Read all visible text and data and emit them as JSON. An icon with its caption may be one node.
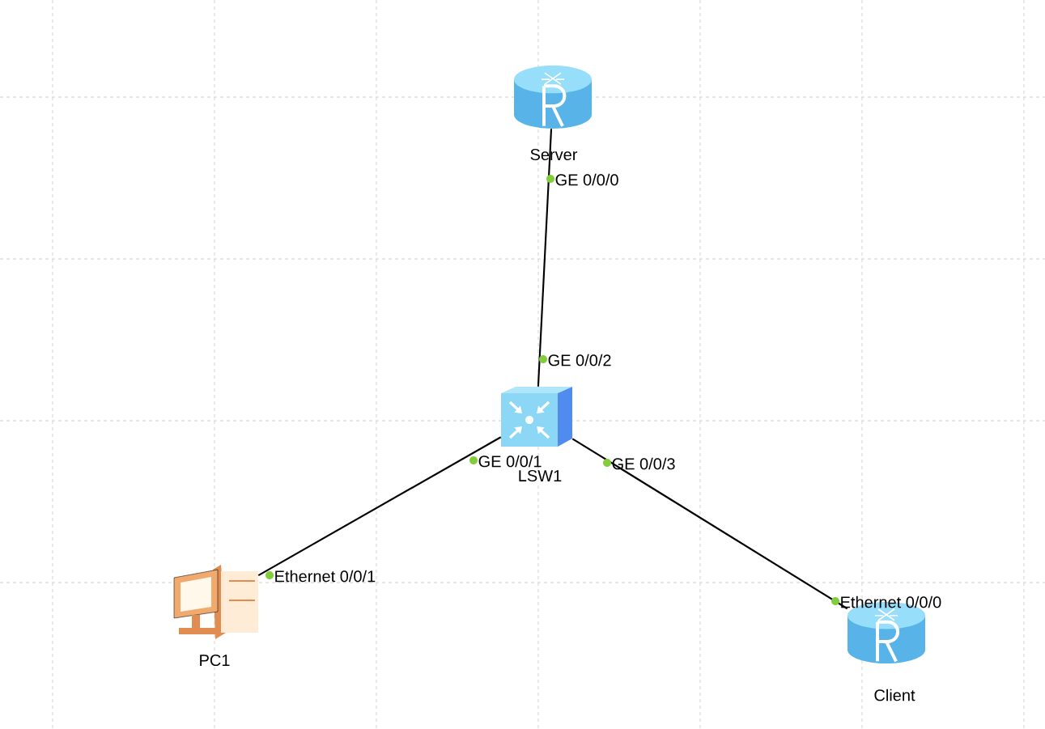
{
  "diagram": {
    "nodes": [
      {
        "text": [
          "Server"
        ]
      },
      {
        "text": [
          "LSW1"
        ]
      },
      {
        "text": [
          "PC1"
        ]
      },
      {
        "text": [
          "Client"
        ]
      }
    ],
    "edges": [
      {
        "from": 0,
        "to": 1,
        "arrow": "none"
      },
      {
        "from": 1,
        "to": 2,
        "arrow": "none"
      },
      {
        "from": 1,
        "to": 3,
        "arrow": "none"
      }
    ],
    "labels": [
      "GE 0/0/0",
      "GE 0/0/2",
      "GE 0/0/1",
      "GE 0/0/3",
      "Ethernet 0/0/1",
      "Ethernet 0/0/0"
    ]
  }
}
